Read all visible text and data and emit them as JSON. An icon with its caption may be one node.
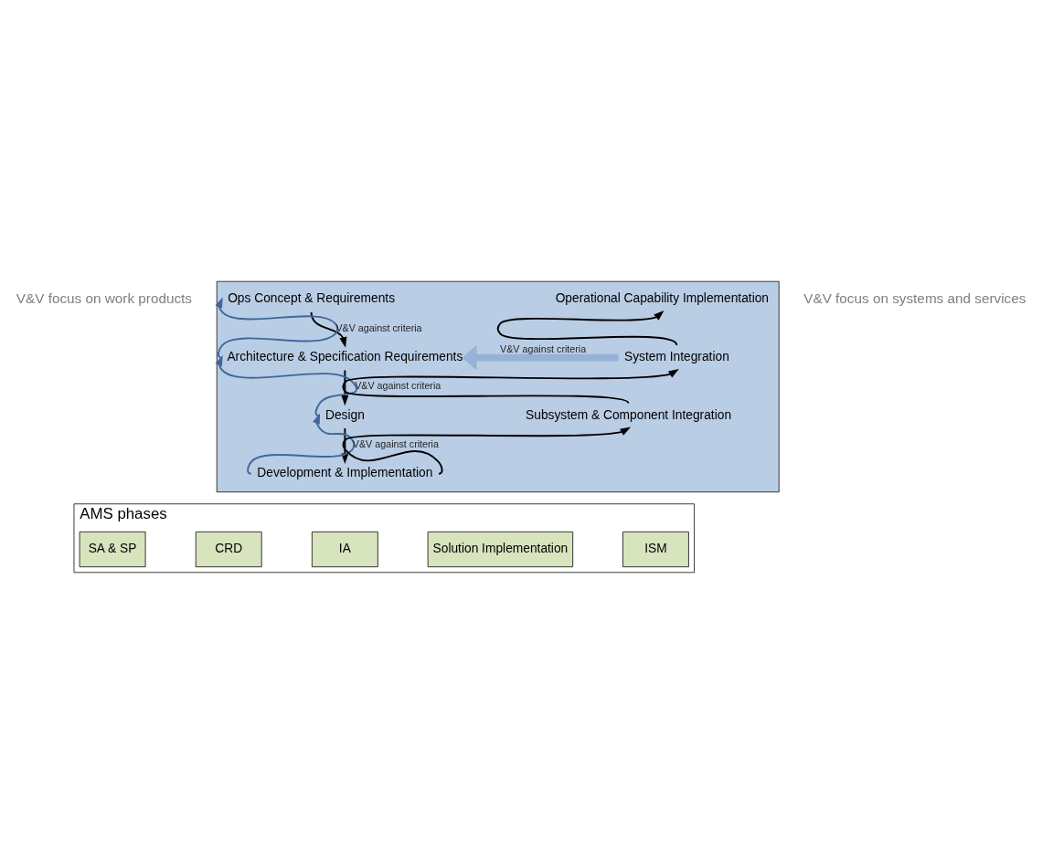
{
  "diagram": {
    "nodes": [
      {
        "text": [],
        "shape": "band"
      },
      {
        "text": [
          "Ops Concept & Requirements"
        ],
        "in": 0
      },
      {
        "text": [
          "Architecture & Specification Requirements"
        ],
        "in": 0
      },
      {
        "text": [
          "Design"
        ],
        "in": 0
      },
      {
        "text": [
          "Development & Implementation"
        ],
        "in": 0
      },
      {
        "text": [
          "Subsystem & Component Integration"
        ],
        "in": 0
      },
      {
        "text": [
          "System Integration"
        ],
        "in": 0
      },
      {
        "text": [
          "Operational Capability Implementation"
        ],
        "in": 0
      },
      {
        "text": [
          "AMS phases"
        ]
      },
      {
        "text": [
          "SA & SP"
        ],
        "in": 8
      },
      {
        "text": [
          "CRD"
        ],
        "in": 8
      },
      {
        "text": [
          "IA"
        ],
        "in": 8
      },
      {
        "text": [
          "Solution Implementation"
        ],
        "in": 8
      },
      {
        "text": [
          "ISM"
        ],
        "in": 8
      }
    ],
    "edges": [
      {
        "from": 1,
        "to": 2,
        "arrow": "to"
      },
      {
        "from": 2,
        "to": 3,
        "arrow": "to"
      },
      {
        "from": 3,
        "to": 4,
        "arrow": "to"
      },
      {
        "from": 4,
        "to": 5,
        "arrow": "to"
      },
      {
        "from": 5,
        "to": 6,
        "arrow": "to"
      },
      {
        "from": 6,
        "to": 7,
        "arrow": "to"
      },
      {
        "from": 2,
        "to": 1,
        "arrow": "to",
        "label": "V&V against criteria",
        "color": "#41669b"
      },
      {
        "from": 3,
        "to": 2,
        "arrow": "to",
        "label": "V&V against criteria",
        "color": "#41669b"
      },
      {
        "from": 4,
        "to": 3,
        "arrow": "to",
        "label": "V&V against criteria",
        "color": "#41669b"
      },
      {
        "from": 6,
        "to": 2,
        "arrow": "to",
        "label": "V&V against criteria",
        "style": "thick",
        "color": "#95b3d7"
      }
    ],
    "labels": [
      "V&V focus on work products",
      "V&V focus on systems and services"
    ]
  }
}
